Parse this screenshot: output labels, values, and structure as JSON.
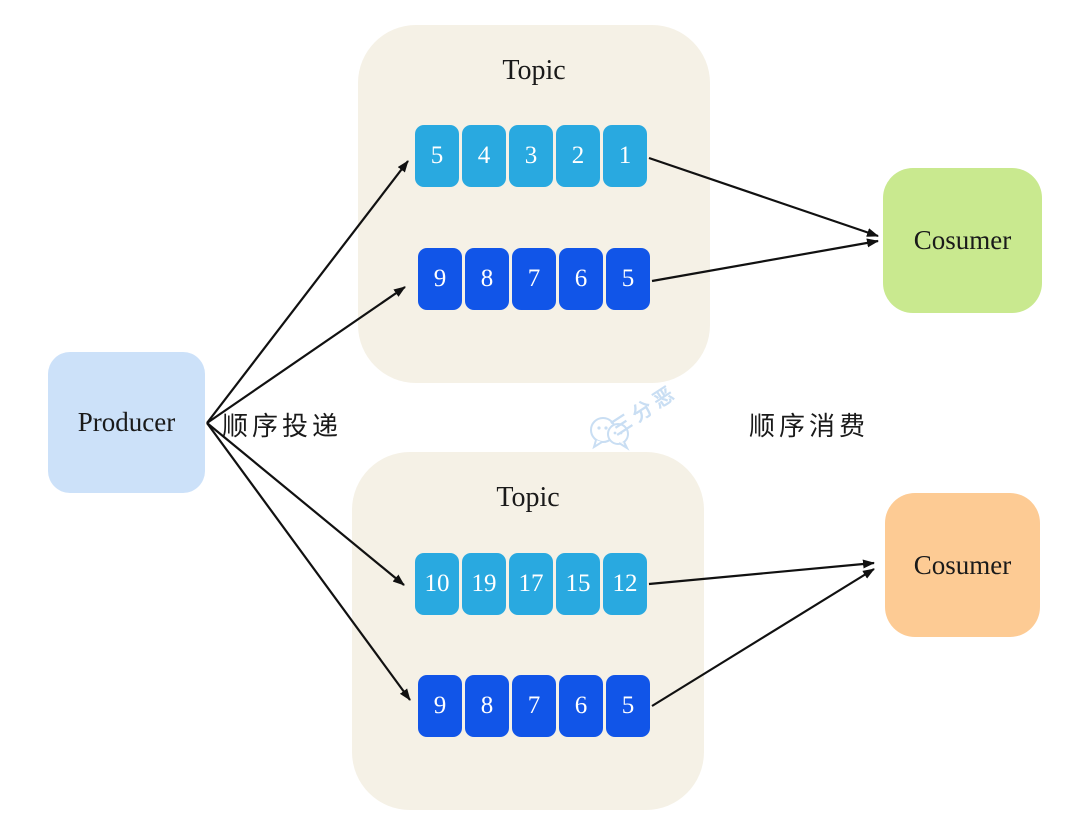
{
  "diagram": {
    "producer": {
      "label": "Producer",
      "color": "#CCE1F9"
    },
    "labels": {
      "delivery": "顺序投递",
      "consumption": "顺序消费"
    },
    "watermark": {
      "text": "三分恶",
      "icon": "chat-bubbles-icon",
      "color": "#C9DEF3"
    },
    "panel_color": "#F5F1E6",
    "arrow_color": "#111111",
    "topics": [
      {
        "title": "Topic",
        "partitions": [
          {
            "color": "#29A9E0",
            "cells": [
              "5",
              "4",
              "3",
              "2",
              "1"
            ]
          },
          {
            "color": "#1155E8",
            "cells": [
              "9",
              "8",
              "7",
              "6",
              "5"
            ]
          }
        ]
      },
      {
        "title": "Topic",
        "partitions": [
          {
            "color": "#29A9E0",
            "cells": [
              "10",
              "19",
              "17",
              "15",
              "12"
            ]
          },
          {
            "color": "#1155E8",
            "cells": [
              "9",
              "8",
              "7",
              "6",
              "5"
            ]
          }
        ]
      }
    ],
    "consumers": [
      {
        "label": "Cosumer",
        "color": "#C9E98F"
      },
      {
        "label": "Cosumer",
        "color": "#FDCB94"
      }
    ]
  }
}
